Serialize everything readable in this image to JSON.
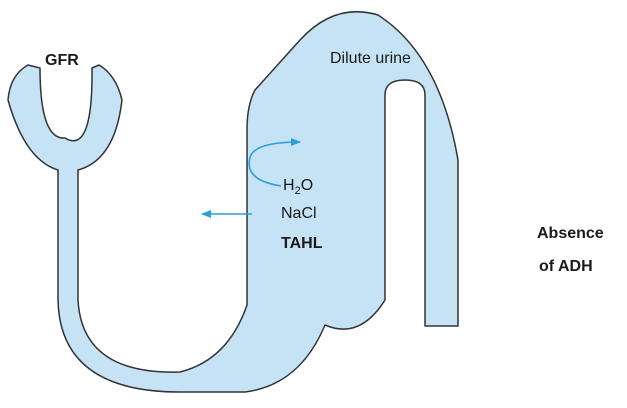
{
  "labels": {
    "gfr": "GFR",
    "dilute_urine": "Dilute urine",
    "h2o_main": "H",
    "h2o_sub": "2",
    "h2o_tail": "O",
    "nacl": "NaCl",
    "tahl": "TAHL",
    "absence_line1": "Absence",
    "absence_line2": "of ADH"
  },
  "colors": {
    "tubule_fill": "#c5e3f5",
    "outline": "#333333",
    "arrow": "#2a9fd8"
  }
}
